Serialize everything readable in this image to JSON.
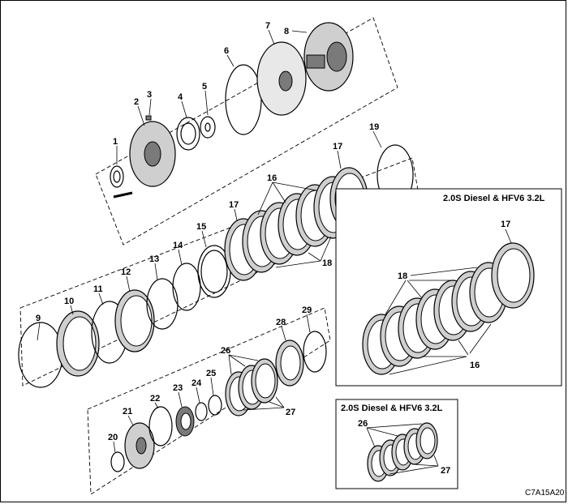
{
  "figure_code": "C7A15A20",
  "box_labels": {
    "clutch_pack_17": "2.0S Diesel & HFV6 3.2L",
    "clutch_pack_26": "2.0S Diesel & HFV6 3.2L"
  },
  "part_numbers": [
    "1",
    "2",
    "3",
    "4",
    "5",
    "6",
    "7",
    "8",
    "9",
    "10",
    "11",
    "12",
    "13",
    "14",
    "15",
    "16",
    "17",
    "18",
    "19",
    "20",
    "21",
    "22",
    "23",
    "24",
    "25",
    "26",
    "27",
    "28",
    "29"
  ],
  "inset_a_numbers": [
    "17",
    "18",
    "16"
  ],
  "inset_b_numbers": [
    "26",
    "27"
  ],
  "colors": {
    "line": "#000000",
    "plate_fill": "#cfcfcf",
    "part_dark": "#7a7a7a"
  }
}
